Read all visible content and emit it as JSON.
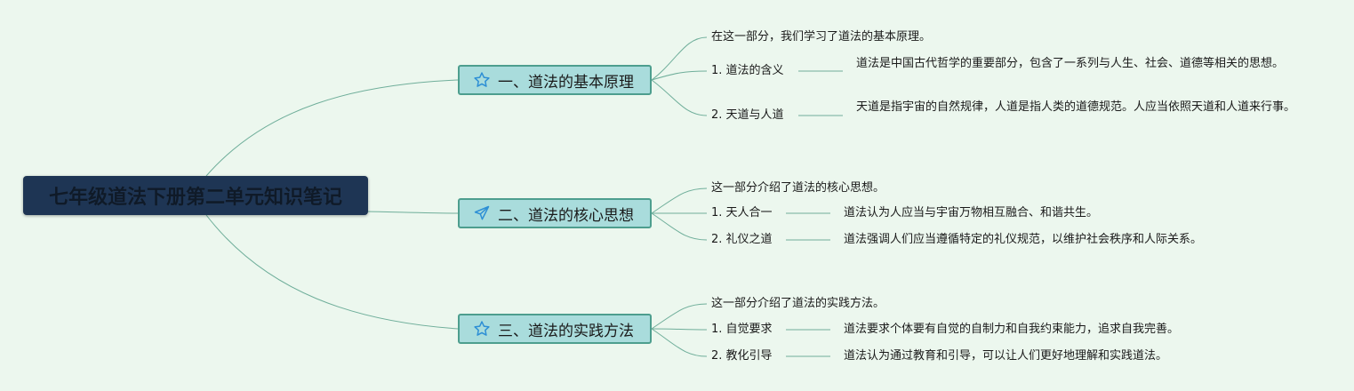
{
  "root": {
    "title": "七年级道法下册第二单元知识笔记"
  },
  "branches": [
    {
      "title": "一、道法的基本原理",
      "icon": "star-icon",
      "intro": "在这一部分，我们学习了道法的基本原理。",
      "items": [
        {
          "label": "1. 道法的含义",
          "desc": "道法是中国古代哲学的重要部分，包含了一系列与人生、社会、道德等相关的思想。"
        },
        {
          "label": "2. 天道与人道",
          "desc": "天道是指宇宙的自然规律，人道是指人类的道德规范。人应当依照天道和人道来行事。"
        }
      ]
    },
    {
      "title": "二、道法的核心思想",
      "icon": "paper-plane-icon",
      "intro": "这一部分介绍了道法的核心思想。",
      "items": [
        {
          "label": "1. 天人合一",
          "desc": "道法认为人应当与宇宙万物相互融合、和谐共生。"
        },
        {
          "label": "2. 礼仪之道",
          "desc": "道法强调人们应当遵循特定的礼仪规范，以维护社会秩序和人际关系。"
        }
      ]
    },
    {
      "title": "三、道法的实践方法",
      "icon": "star-icon",
      "intro": "这一部分介绍了道法的实践方法。",
      "items": [
        {
          "label": "1. 自觉要求",
          "desc": "道法要求个体要有自觉的自制力和自我约束能力，追求自我完善。"
        },
        {
          "label": "2. 教化引导",
          "desc": "道法认为通过教育和引导，可以让人们更好地理解和实践道法。"
        }
      ]
    }
  ]
}
